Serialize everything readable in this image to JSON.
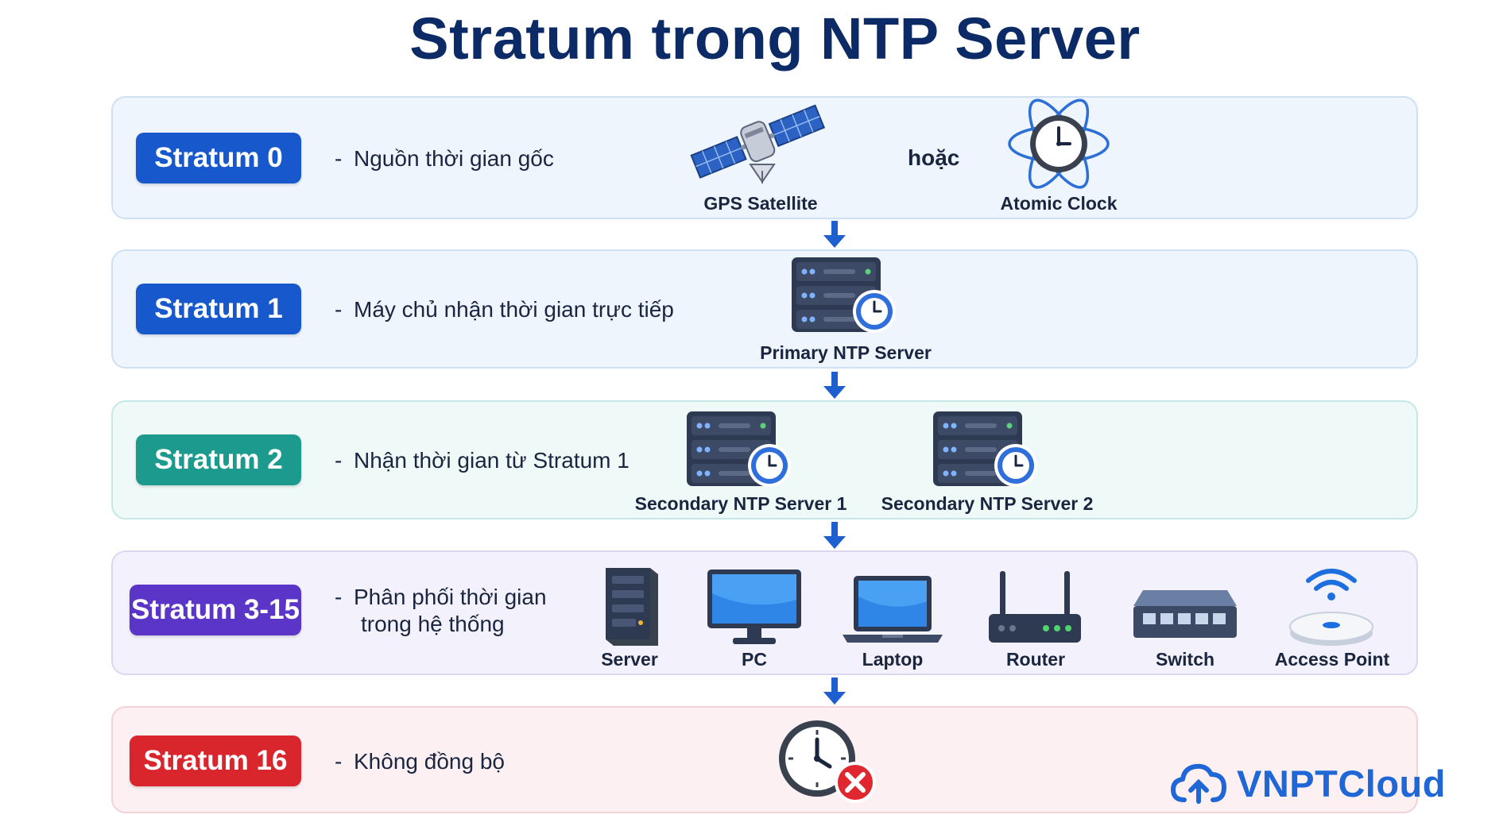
{
  "title": "Stratum trong NTP Server",
  "or_label": "hoặc",
  "colors": {
    "stratum0": "#1759cc",
    "stratum1": "#1759cc",
    "stratum2": "#1d9a8e",
    "stratum3_15": "#5b35c8",
    "stratum16": "#d9262d",
    "arrow": "#1d5fcf",
    "brand": "#1f66d6"
  },
  "levels": [
    {
      "badge": "Stratum 0",
      "desc": "Nguồn thời gian gốc",
      "items": [
        {
          "icon": "satellite-icon",
          "caption": "GPS Satellite"
        },
        {
          "icon": "atomic-clock-icon",
          "caption": "Atomic Clock"
        }
      ]
    },
    {
      "badge": "Stratum 1",
      "desc": "Máy chủ nhận thời gian trực tiếp",
      "items": [
        {
          "icon": "server-clock-icon",
          "caption": "Primary NTP Server"
        }
      ]
    },
    {
      "badge": "Stratum 2",
      "desc": "Nhận thời gian từ Stratum 1",
      "items": [
        {
          "icon": "server-clock-icon",
          "caption": "Secondary NTP Server 1"
        },
        {
          "icon": "server-clock-icon",
          "caption": "Secondary NTP Server 2"
        }
      ]
    },
    {
      "badge": "Stratum 3-15",
      "desc_line1": "Phân phối thời gian",
      "desc_line2": "trong hệ thống",
      "items": [
        {
          "icon": "tower-server-icon",
          "caption": "Server"
        },
        {
          "icon": "monitor-icon",
          "caption": "PC"
        },
        {
          "icon": "laptop-icon",
          "caption": "Laptop"
        },
        {
          "icon": "router-icon",
          "caption": "Router"
        },
        {
          "icon": "switch-icon",
          "caption": "Switch"
        },
        {
          "icon": "access-point-icon",
          "caption": "Access Point"
        }
      ]
    },
    {
      "badge": "Stratum 16",
      "desc": "Không đồng bộ",
      "items": [
        {
          "icon": "clock-error-icon"
        }
      ]
    }
  ],
  "brand": {
    "name": "VNPTCloud",
    "icon": "cloud-upload-icon"
  }
}
